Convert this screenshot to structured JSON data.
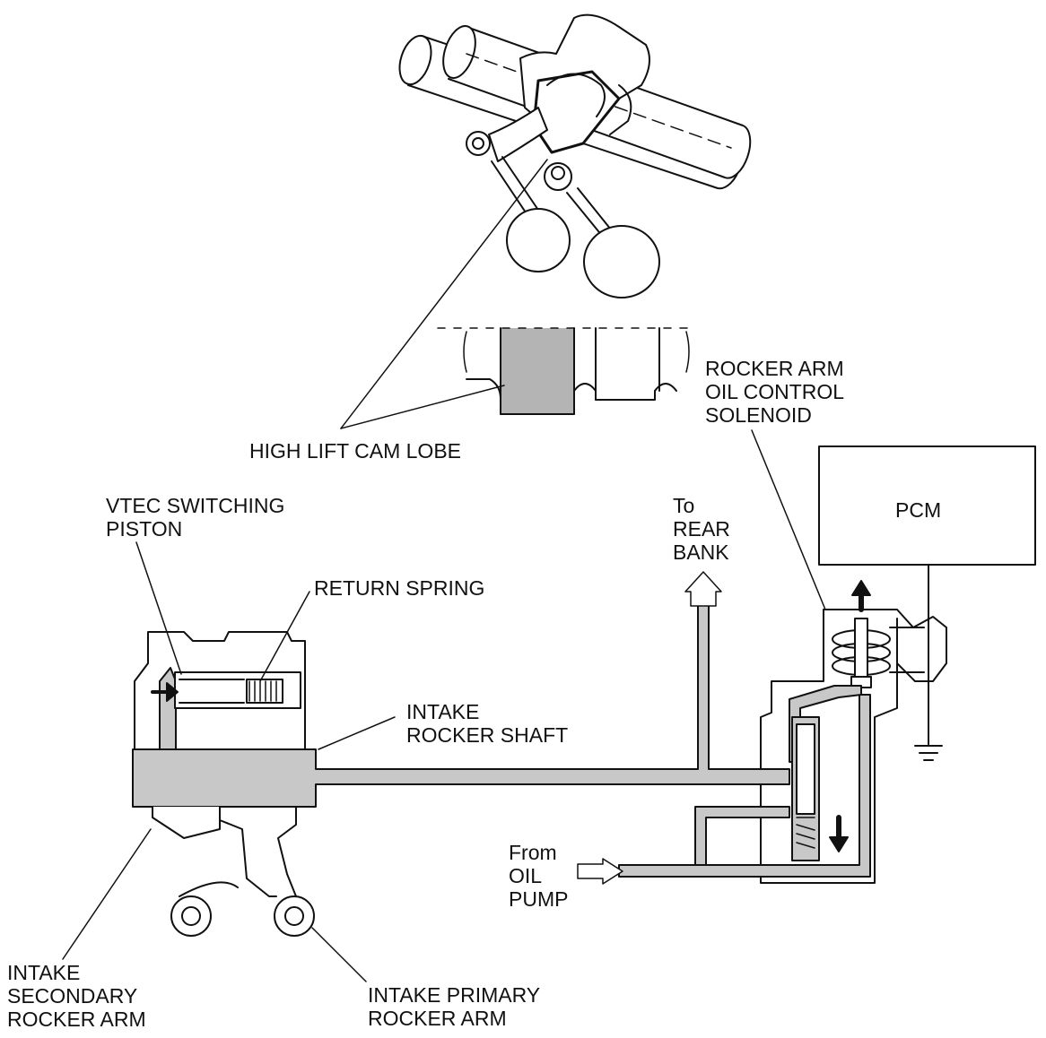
{
  "labels": {
    "high_lift_cam_lobe": [
      "HIGH LIFT CAM LOBE"
    ],
    "rocker_arm_oil_control_solenoid": [
      "ROCKER ARM",
      "OIL CONTROL",
      "SOLENOID"
    ],
    "pcm": [
      "PCM"
    ],
    "vtec_switching_piston": [
      "VTEC SWITCHING",
      "PISTON"
    ],
    "return_spring": [
      "RETURN SPRING"
    ],
    "to_rear_bank": [
      "To",
      "REAR",
      "BANK"
    ],
    "intake_rocker_shaft": [
      "INTAKE",
      "ROCKER SHAFT"
    ],
    "from_oil_pump": [
      "From",
      "OIL",
      "PUMP"
    ],
    "intake_secondary_rocker_arm": [
      "INTAKE",
      "SECONDARY",
      "ROCKER ARM"
    ],
    "intake_primary_rocker_arm": [
      "INTAKE PRIMARY",
      "ROCKER ARM"
    ]
  },
  "colors": {
    "line": "#111111",
    "oil": "#c8c8c8",
    "cam_lobe": "#b4b4b4",
    "background": "#ffffff"
  }
}
